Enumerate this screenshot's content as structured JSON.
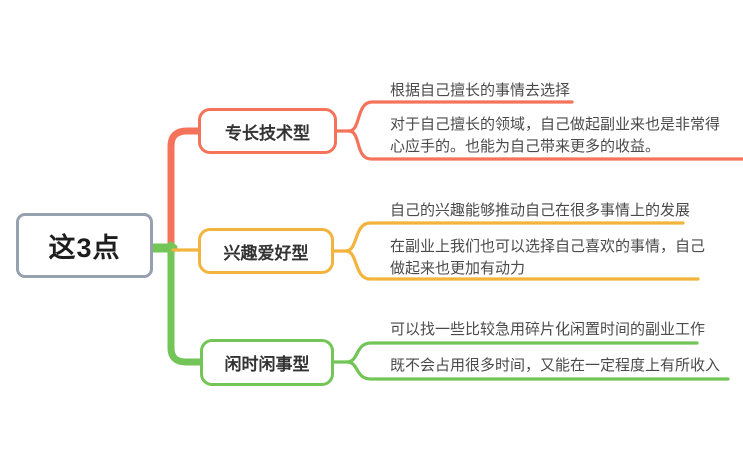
{
  "root": {
    "label": "这3点"
  },
  "branches": [
    {
      "label": "专长技术型",
      "color": "#f4735a",
      "leaves": [
        "根据自己擅长的事情去选择",
        "对于自己擅长的领域，自己做起副业来也是非常得心应手的。也能为自己带来更多的收益。"
      ]
    },
    {
      "label": "兴趣爱好型",
      "color": "#f2b43c",
      "leaves": [
        "自己的兴趣能够推动自己在很多事情上的发展",
        "在副业上我们也可以选择自己喜欢的事情，自己做起来也更加有动力"
      ]
    },
    {
      "label": "闲时闲事型",
      "color": "#72c556",
      "leaves": [
        "可以找一些比较急用碎片化闲置时间的副业工作",
        "既不会占用很多时间，又能在一定程度上有所收入"
      ]
    }
  ],
  "colors": {
    "branch_1": "#f4735a",
    "branch_2": "#f2b43c",
    "branch_3": "#72c556",
    "root_border": "#97a0ae",
    "background": "#ffffff"
  }
}
